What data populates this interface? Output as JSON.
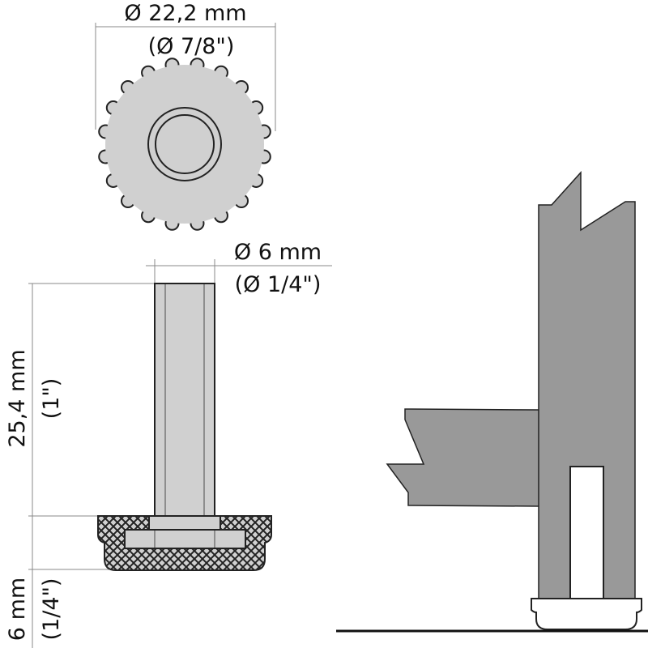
{
  "top_view": {
    "diameter_mm": "Ø 22,2 mm",
    "diameter_in": "(Ø 7/8\")"
  },
  "stem": {
    "diameter_mm": "Ø 6 mm",
    "diameter_in": "(Ø 1/4\")",
    "length_mm": "25,4 mm",
    "length_in": "(1\")"
  },
  "cap": {
    "height_mm": "6 mm",
    "height_in": "(1/4\")"
  },
  "colors": {
    "part_fill": "#d0d0d0",
    "furniture_fill": "#999999",
    "outline": "#222222",
    "dim_line": "#888888"
  }
}
